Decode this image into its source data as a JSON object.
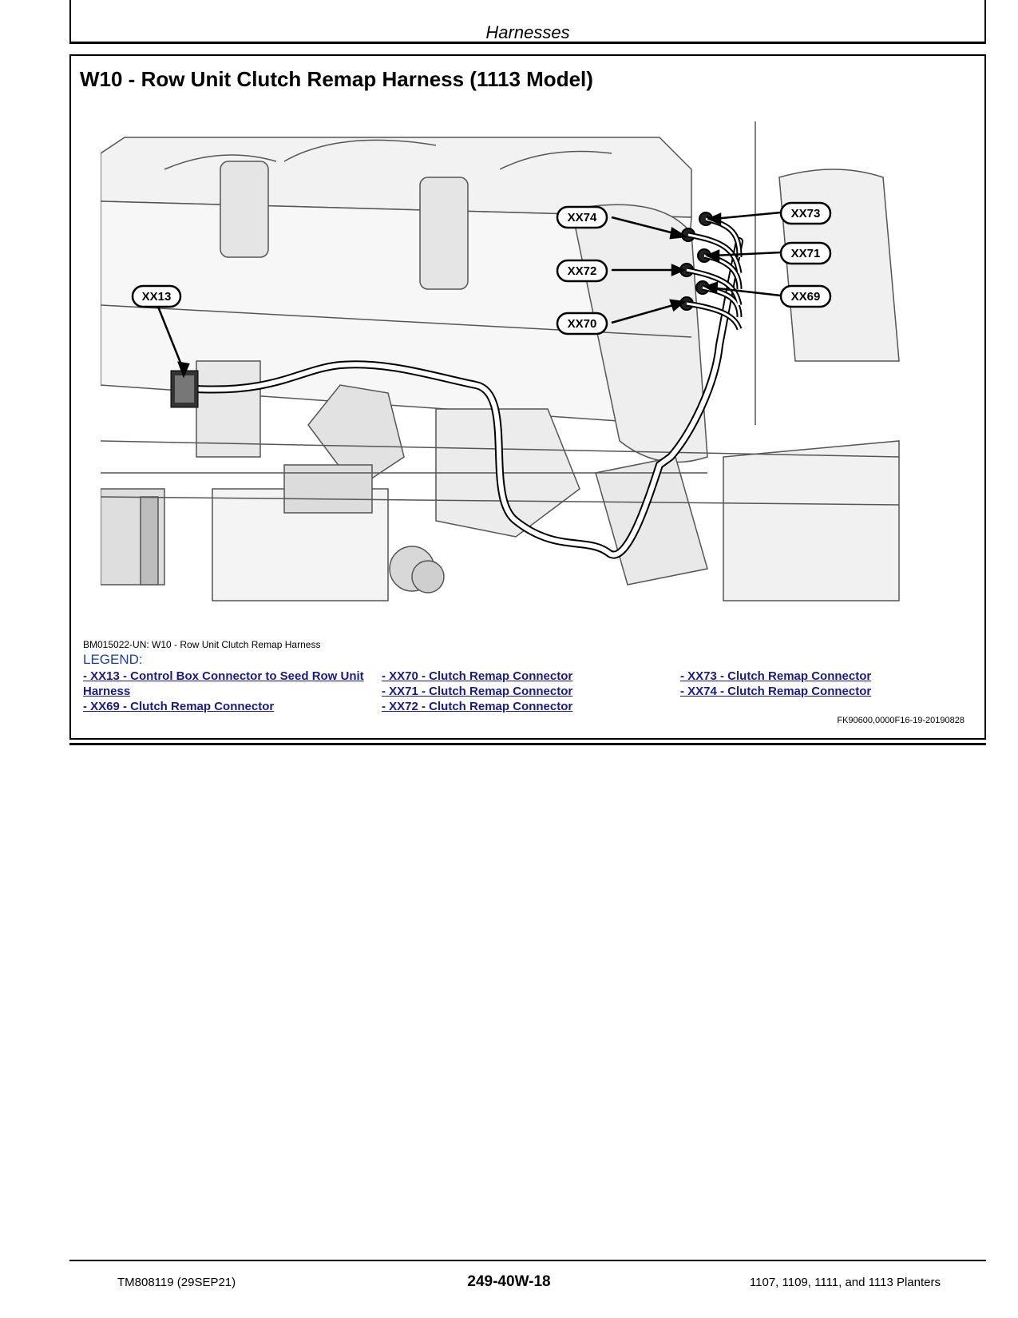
{
  "header": {
    "section": "Harnesses"
  },
  "title": "W10 - Row Unit Clutch Remap Harness (1113 Model)",
  "figure": {
    "callouts": {
      "xx13": "XX13",
      "xx69": "XX69",
      "xx70": "XX70",
      "xx71": "XX71",
      "xx72": "XX72",
      "xx73": "XX73",
      "xx74": "XX74"
    },
    "caption": "BM015022-UN: W10 - Row Unit Clutch Remap Harness"
  },
  "legend": {
    "title": "LEGEND:",
    "items": [
      "- XX13 - Control Box Connector to Seed Row Unit Harness",
      "- XX69 - Clutch Remap Connector",
      "- XX70 - Clutch Remap Connector",
      "- XX71 - Clutch Remap Connector",
      "- XX72 - Clutch Remap Connector",
      "- XX73 - Clutch Remap Connector",
      "- XX74 - Clutch Remap Connector"
    ]
  },
  "ref_code": "FK90600,0000F16-19-20190828",
  "footer": {
    "left": "TM808119 (29SEP21)",
    "center": "249-40W-18",
    "right": "1107, 1109, 1111, and 1113 Planters"
  }
}
